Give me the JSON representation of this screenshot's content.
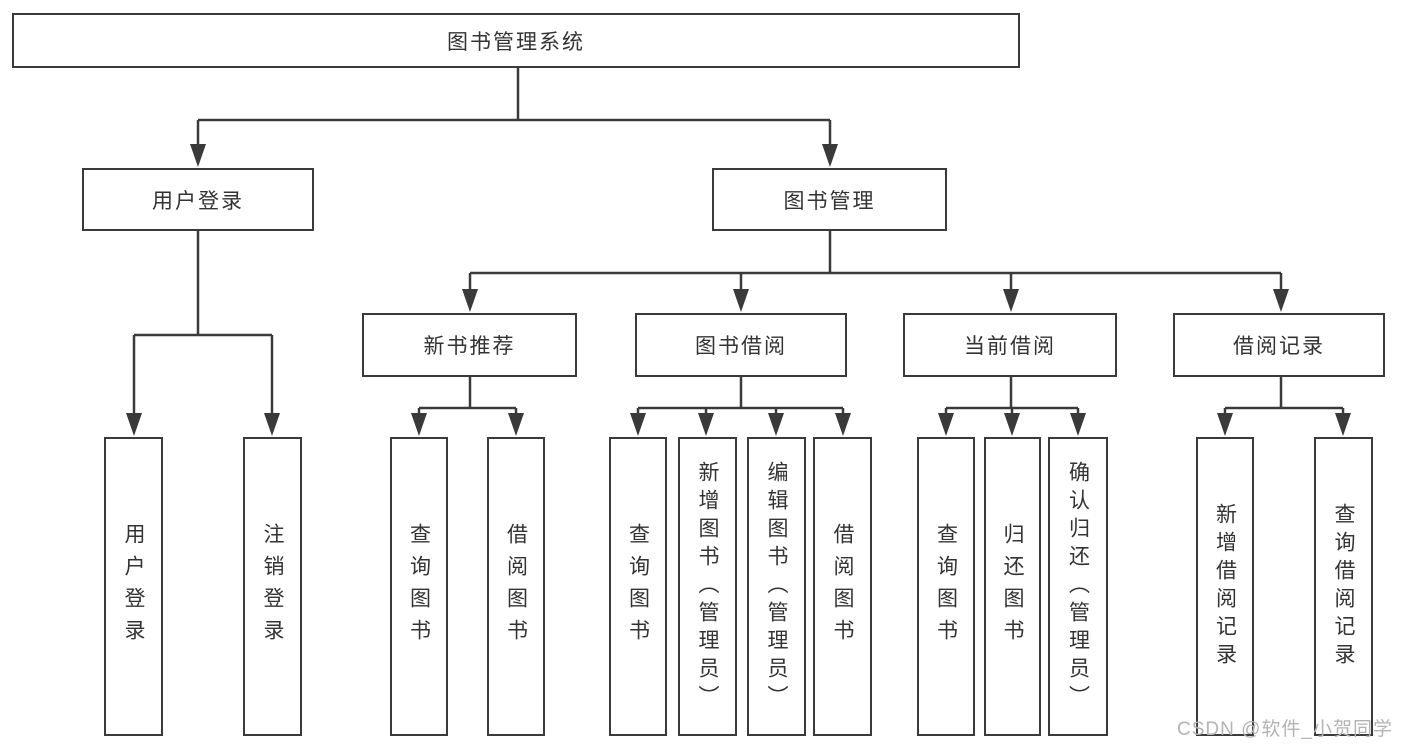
{
  "diagram": {
    "root": "图书管理系统",
    "branches": [
      {
        "label": "用户登录",
        "children": [
          "用户登录",
          "注销登录"
        ]
      },
      {
        "label": "图书管理",
        "groups": [
          {
            "label": "新书推荐",
            "children": [
              "查询图书",
              "借阅图书"
            ]
          },
          {
            "label": "图书借阅",
            "children": [
              "查询图书",
              "新增图书（管理员）",
              "编辑图书（管理员）",
              "借阅图书"
            ]
          },
          {
            "label": "当前借阅",
            "children": [
              "查询图书",
              "归还图书",
              "确认归还（管理员）"
            ]
          },
          {
            "label": "借阅记录",
            "children": [
              "新增借阅记录",
              "查询借阅记录"
            ]
          }
        ]
      }
    ]
  },
  "watermark": "CSDN @软件_小贺同学",
  "colors": {
    "line": "#3a3a3a",
    "text": "#333333",
    "background": "#ffffff",
    "watermark": "#b3b3b3"
  }
}
